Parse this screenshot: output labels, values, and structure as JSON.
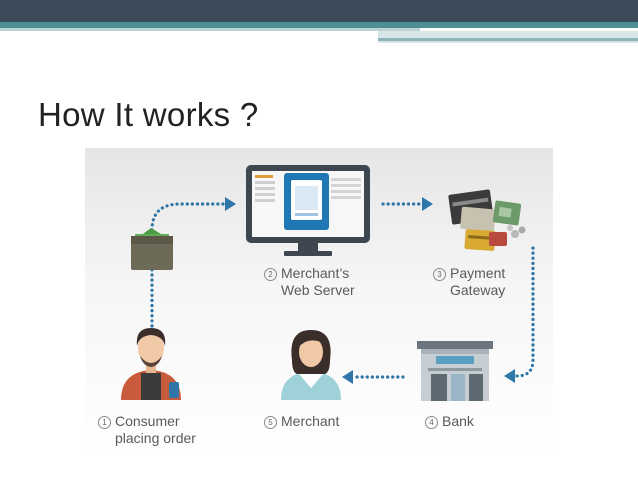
{
  "slide": {
    "title": "How It works ?"
  },
  "diagram": {
    "steps": [
      {
        "number": "1",
        "line1": "Consumer",
        "line2": "placing order"
      },
      {
        "number": "2",
        "line1": "Merchant’s",
        "line2": "Web Server"
      },
      {
        "number": "3",
        "line1": "Payment",
        "line2": "Gateway"
      },
      {
        "number": "4",
        "line1": "Bank",
        "line2": ""
      },
      {
        "number": "5",
        "line1": "Merchant",
        "line2": ""
      }
    ],
    "colors": {
      "arrow": "#2f76a8",
      "monitor": "#3e4650",
      "screen_accent": "#1f78b4",
      "person_skin": "#f2c9a6",
      "person_hair": "#3b2e2a",
      "consumer_shirt": "#c75b3b",
      "merchant_shirt": "#9fd2d8",
      "bank_roof": "#6c757d",
      "wallet": "#6e6a58",
      "money": "#5fae54"
    },
    "icons": [
      "wallet-icon",
      "monitor-icon",
      "payment-cards-icon",
      "bank-icon",
      "consumer-avatar-icon",
      "merchant-avatar-icon"
    ]
  }
}
